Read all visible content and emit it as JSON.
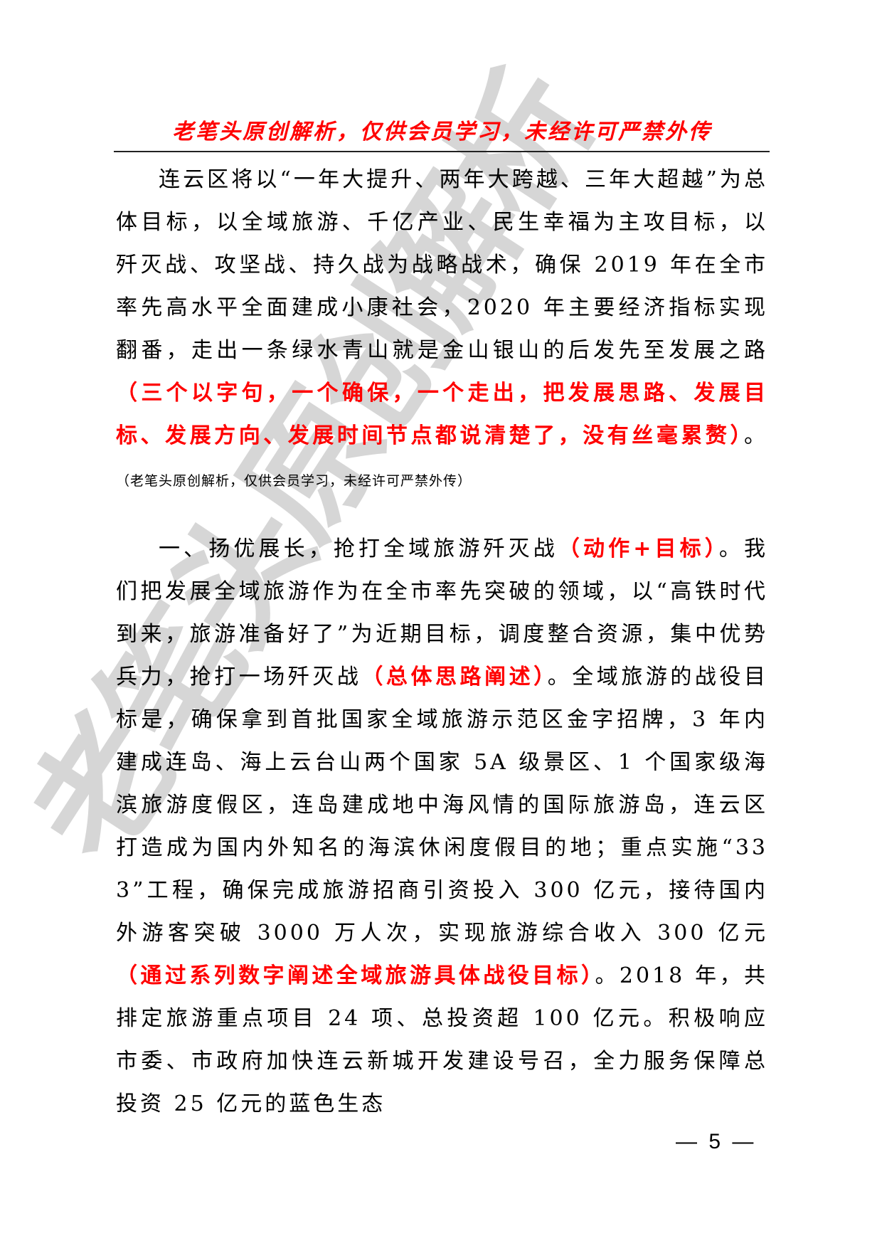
{
  "header": {
    "banner": "老笔头原创解析，仅供会员学习，未经许可严禁外传"
  },
  "watermark": {
    "text": "老笔头原创解析"
  },
  "colors": {
    "annotation_red": "#ff0000",
    "body_text": "#000000",
    "watermark_gray": "#d6d6d6"
  },
  "paragraphs": [
    {
      "segments": [
        {
          "type": "text",
          "text": "连云区将以“一年大提升、两年大跨越、三年大超越”为总体目标，以全域旅游、千亿产业、民生幸福为主攻目标，以歼灭战、攻坚战、持久战为战略战术，确保 2019 年在全市率先高水平全面建成小康社会，2020 年主要经济指标实现翻番，走出一条绿水青山就是金山银山的后发先至发展之路"
        },
        {
          "type": "annotation",
          "text": "（三个以字句，一个确保，一个走出，把发展思路、发展目标、发展方向、发展时间节点都说清楚了，没有丝毫累赘）"
        },
        {
          "type": "text",
          "text": "。"
        },
        {
          "type": "note",
          "text": "（老笔头原创解"
        },
        {
          "type": "note",
          "text": "析，仅供会员学习，未经许可严禁外传）"
        }
      ]
    },
    {
      "segments": [
        {
          "type": "text",
          "text": "一、扬优展长，抢打全域旅游歼灭战"
        },
        {
          "type": "annotation",
          "text": "（动作+目标）"
        },
        {
          "type": "text",
          "text": "。我们把发展全域旅游作为在全市率先突破的领域，以“高铁时代到来，旅游准备好了”为近期目标，调度整合资源，集中优势兵力，抢打一场歼灭战"
        },
        {
          "type": "annotation",
          "text": "（总体思路阐述）"
        },
        {
          "type": "text",
          "text": "。全域旅游的战役目标是，确保拿到首批国家全域旅游示范区金字招牌，3 年内建成连岛、海上云台山两个国家 5A 级景区、1 个国家级海滨旅游度假区，连岛建成地中海风情的国际旅游岛，连云区打造成为国内外知名的海滨休闲度假目的地；重点实施“333”工程，确保完成旅游招商引资投入 300 亿元，接待国内外游客突破 3000 万人次，实现旅游综合收入 300 亿元"
        },
        {
          "type": "annotation",
          "text": "（通过系列数字阐述全域旅游具体战役目标）"
        },
        {
          "type": "text",
          "text": "。2018 年，共排定旅游重点项目 24 项、总投资超 100 亿元。积极响应市委、市政府加快连云新城开发建设号召，全力服务保障总投资 25 亿元的蓝色生态"
        }
      ]
    }
  ],
  "footer": {
    "page_number": "— 5 —"
  }
}
